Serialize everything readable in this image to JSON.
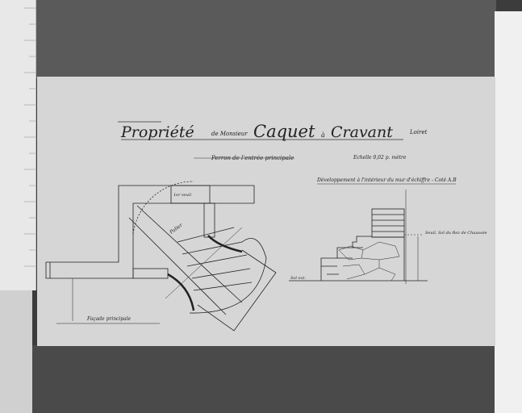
{
  "title": {
    "prefix": "Propriété",
    "small1": "de Monsieur",
    "name": "Caquet",
    "small2": "à",
    "place": "Cravant",
    "region": "Loiret"
  },
  "subtitle": "Perron de l'entrée principale",
  "scale": "Echelle 0,02 p. mètre",
  "elevation_title": "Développement à l'intérieur du mur d'échiffre - Coté A.B",
  "labels": {
    "first_step": "1er seuil",
    "landing": "Palier",
    "facade": "Façade principale",
    "ground_floor": "Seuil, Sol du Rez de Chaussée",
    "exterior": "Sol ext."
  }
}
